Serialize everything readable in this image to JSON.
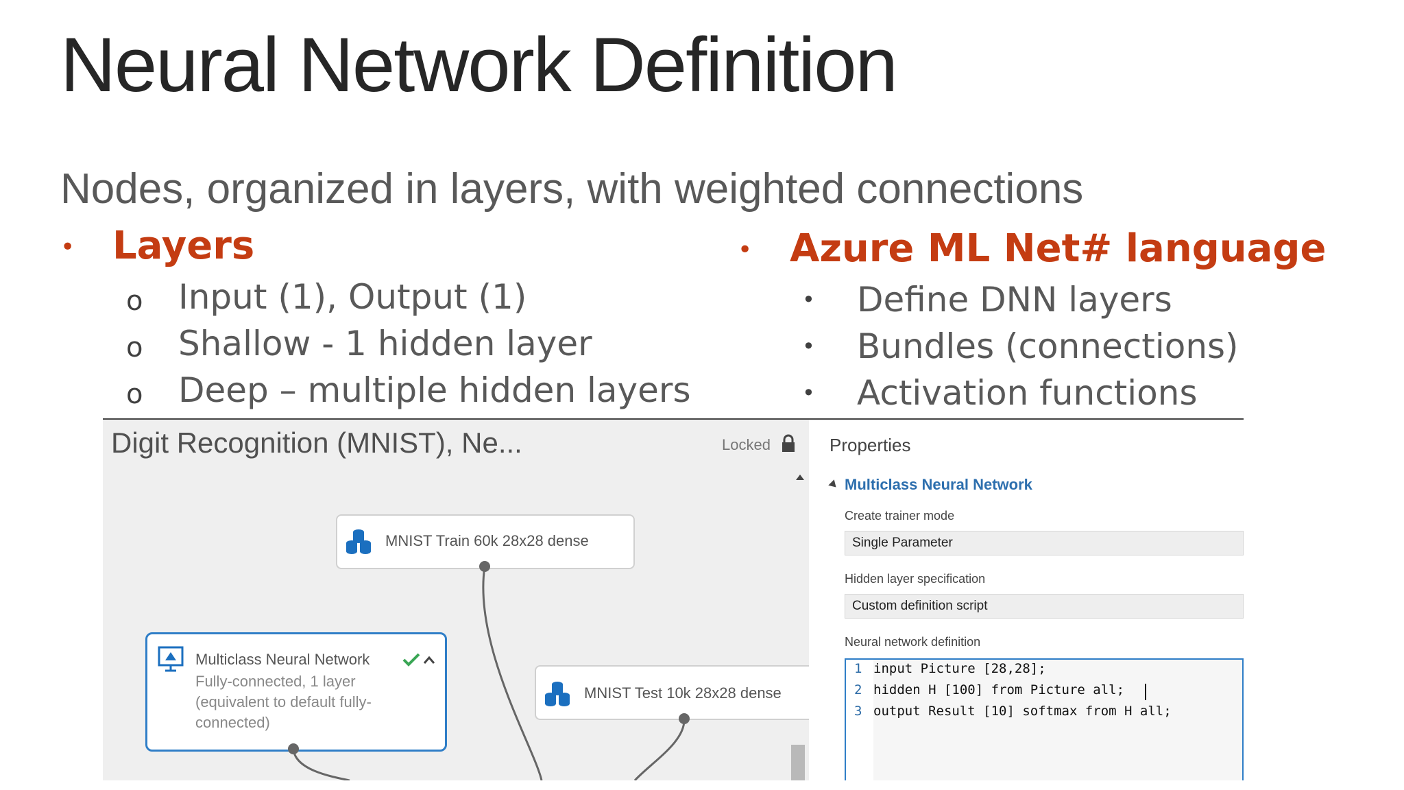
{
  "slide": {
    "title": "Neural Network Definition",
    "subtitle": "Nodes, organized in layers, with weighted connections"
  },
  "left_column": {
    "bullet_glyph": "•",
    "heading": "Layers",
    "sub_glyph": "o",
    "items": [
      "Input (1), Output (1)",
      "Shallow - 1 hidden layer",
      "Deep – multiple hidden layers"
    ]
  },
  "right_column": {
    "bullet_glyph": "•",
    "heading": "Azure ML Net# language",
    "sub_glyph": "•",
    "items": [
      "Define DNN layers",
      "Bundles (connections)",
      "Activation functions"
    ]
  },
  "experiment": {
    "title": "Digit Recognition (MNIST), Ne...",
    "locked_label": "Locked",
    "nodes": {
      "train": "MNIST Train 60k 28x28 dense",
      "test": "MNIST Test 10k 28x28 dense",
      "network_title": "Multiclass Neural Network",
      "network_desc": [
        "Fully-connected, 1 layer",
        "(equivalent to default fully-",
        "connected)"
      ]
    }
  },
  "properties": {
    "title": "Properties",
    "section": "Multiclass Neural Network",
    "trainer_mode_label": "Create trainer mode",
    "trainer_mode_value": "Single Parameter",
    "hidden_spec_label": "Hidden layer specification",
    "hidden_spec_value": "Custom definition script",
    "definition_label": "Neural network definition",
    "code_lines": [
      {
        "n": "1",
        "text": "input Picture [28,28];"
      },
      {
        "n": "2",
        "text": "hidden H [100] from Picture all;"
      },
      {
        "n": "3",
        "text": "output Result [10] softmax from H all;"
      }
    ]
  },
  "colors": {
    "accent": "#c43c12",
    "selection": "#2f7ec7",
    "check": "#3aa655",
    "dataset_icon": "#1b6fbf"
  },
  "icons": [
    "dataset-icon",
    "neural-network-icon",
    "checkmark-icon",
    "collapse-chevron-icon",
    "lock-icon"
  ]
}
